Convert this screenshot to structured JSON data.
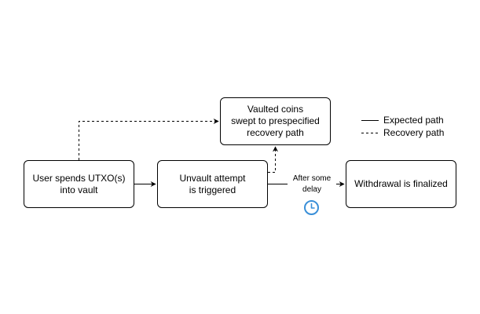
{
  "nodes": {
    "user_spends": "User spends UTXO(s)\ninto vault",
    "unvault_attempt": "Unvault attempt\nis triggered",
    "withdrawal": "Withdrawal is finalized",
    "recovery": "Vaulted coins\nswept to prespecified\nrecovery path"
  },
  "edges": {
    "delay_label": "After some\ndelay"
  },
  "legend": {
    "expected": "Expected path",
    "recovery": "Recovery path"
  },
  "icons": {
    "delay": "clock-icon"
  },
  "colors": {
    "stroke": "#000000",
    "clock": "#3a8fd8"
  }
}
